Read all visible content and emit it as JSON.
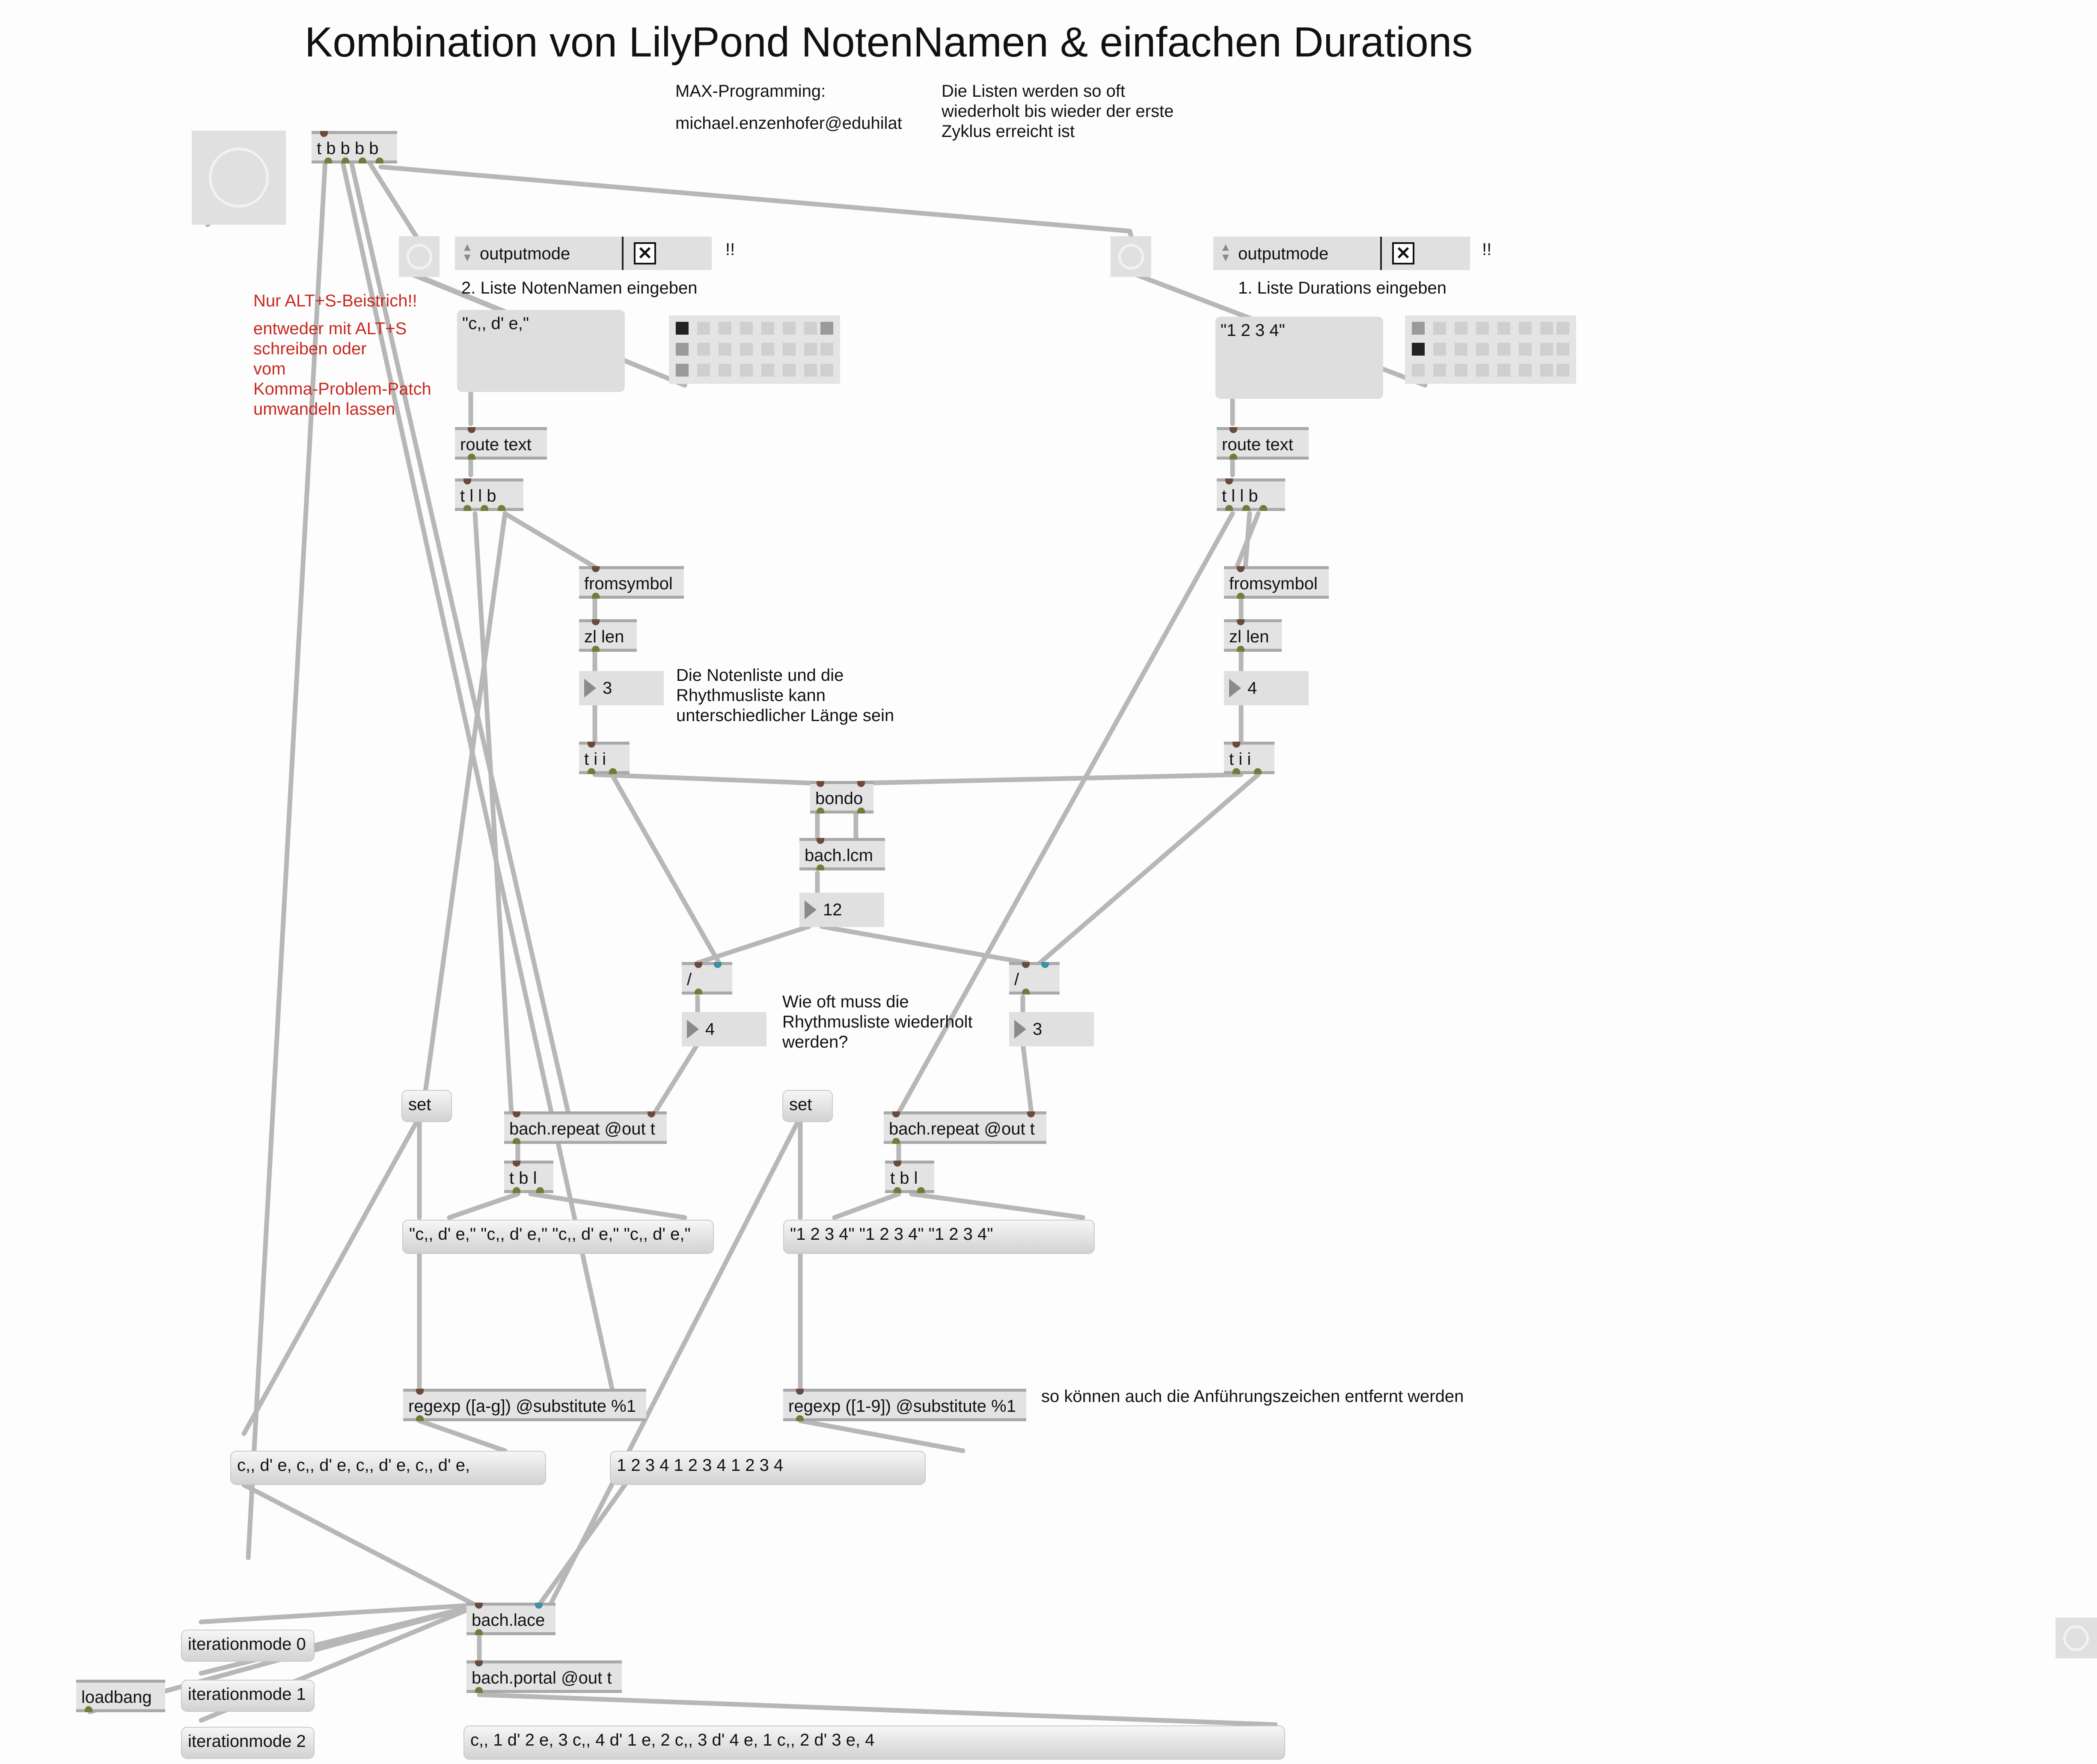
{
  "title": "Kombination von LilyPond NotenNamen & einfachen Durations",
  "credits": {
    "line1": "MAX-Programming:",
    "line2": "michael.enzenhofer@eduhilat",
    "note": "Die Listen werden so oft\nwiederholt bis wieder der erste\nZyklus erreicht ist"
  },
  "comments": {
    "warning": "Nur ALT+S-Beistrich!!",
    "alt_write": "entweder mit ALT+S\nschreiben oder\nvom\nKomma-Problem-Patch\numwandeln lassen",
    "list2_label": "2. Liste NotenNamen eingeben",
    "list1_label": "1. Liste Durations eingeben",
    "lengths": "Die Notenliste und die\nRhythmusliste kann\nunterschiedlicher Länge sein",
    "repeat_question": "Wie oft muss die\nRhythmusliste wiederholt\nwerden?",
    "quotes_note": "so können auch die Anführungszeichen entfernt werden",
    "excl_left": "!!",
    "excl_right": "!!"
  },
  "objects": {
    "trigger_top": "t b b b b",
    "route_left": "route text",
    "route_right": "route text",
    "tllb_left": "t l l b",
    "tllb_right": "t l l b",
    "fromsymbol_left": "fromsymbol",
    "fromsymbol_right": "fromsymbol",
    "zllen_left": "zl len",
    "zllen_right": "zl len",
    "tii_left": "t i i",
    "tii_right": "t i i",
    "bondo": "bondo",
    "lcm": "bach.lcm",
    "div_left": "/",
    "div_right": "/",
    "repeat_left": "bach.repeat @out t",
    "repeat_right": "bach.repeat @out t",
    "tbl_left": "t b l",
    "tbl_right": "t b l",
    "regexp_left": "regexp ([a-g]) @substitute %1",
    "regexp_right": "regexp ([1-9]) @substitute %1",
    "lace": "bach.lace",
    "portal": "bach.portal @out t"
  },
  "umenus": {
    "left": "outputmode",
    "right": "outputmode"
  },
  "toggles": {
    "left": "✕",
    "right": "✕"
  },
  "textedits": {
    "left": "\"c,, d' e,\"",
    "right": "\"1 2 3 4\""
  },
  "numbers": {
    "len_left": "3",
    "len_right": "4",
    "lcm_value": "12",
    "div_left_value": "4",
    "div_right_value": "3"
  },
  "messages": {
    "set_left": "set",
    "set_right": "set",
    "notes_repeated": "\"c,, d' e,\" \"c,, d' e,\" \"c,, d' e,\" \"c,, d' e,\"",
    "durs_repeated": "\"1 2 3 4\" \"1 2 3 4\" \"1 2 3 4\"",
    "notes_clean": "c,, d' e, c,, d' e, c,, d' e, c,, d' e,",
    "durs_clean": "1 2 3 4 1 2 3 4 1 2 3 4",
    "iter0": "iterationmode 0",
    "iter1": "iterationmode 1",
    "iter2": "iterationmode 2",
    "loadbang": "loadbang",
    "result": "c,, 1 d' 2 e, 3 c,, 4 d' 1 e, 2 c,, 3 d' 4 e, 1 c,, 2 d' 3 e, 4"
  }
}
